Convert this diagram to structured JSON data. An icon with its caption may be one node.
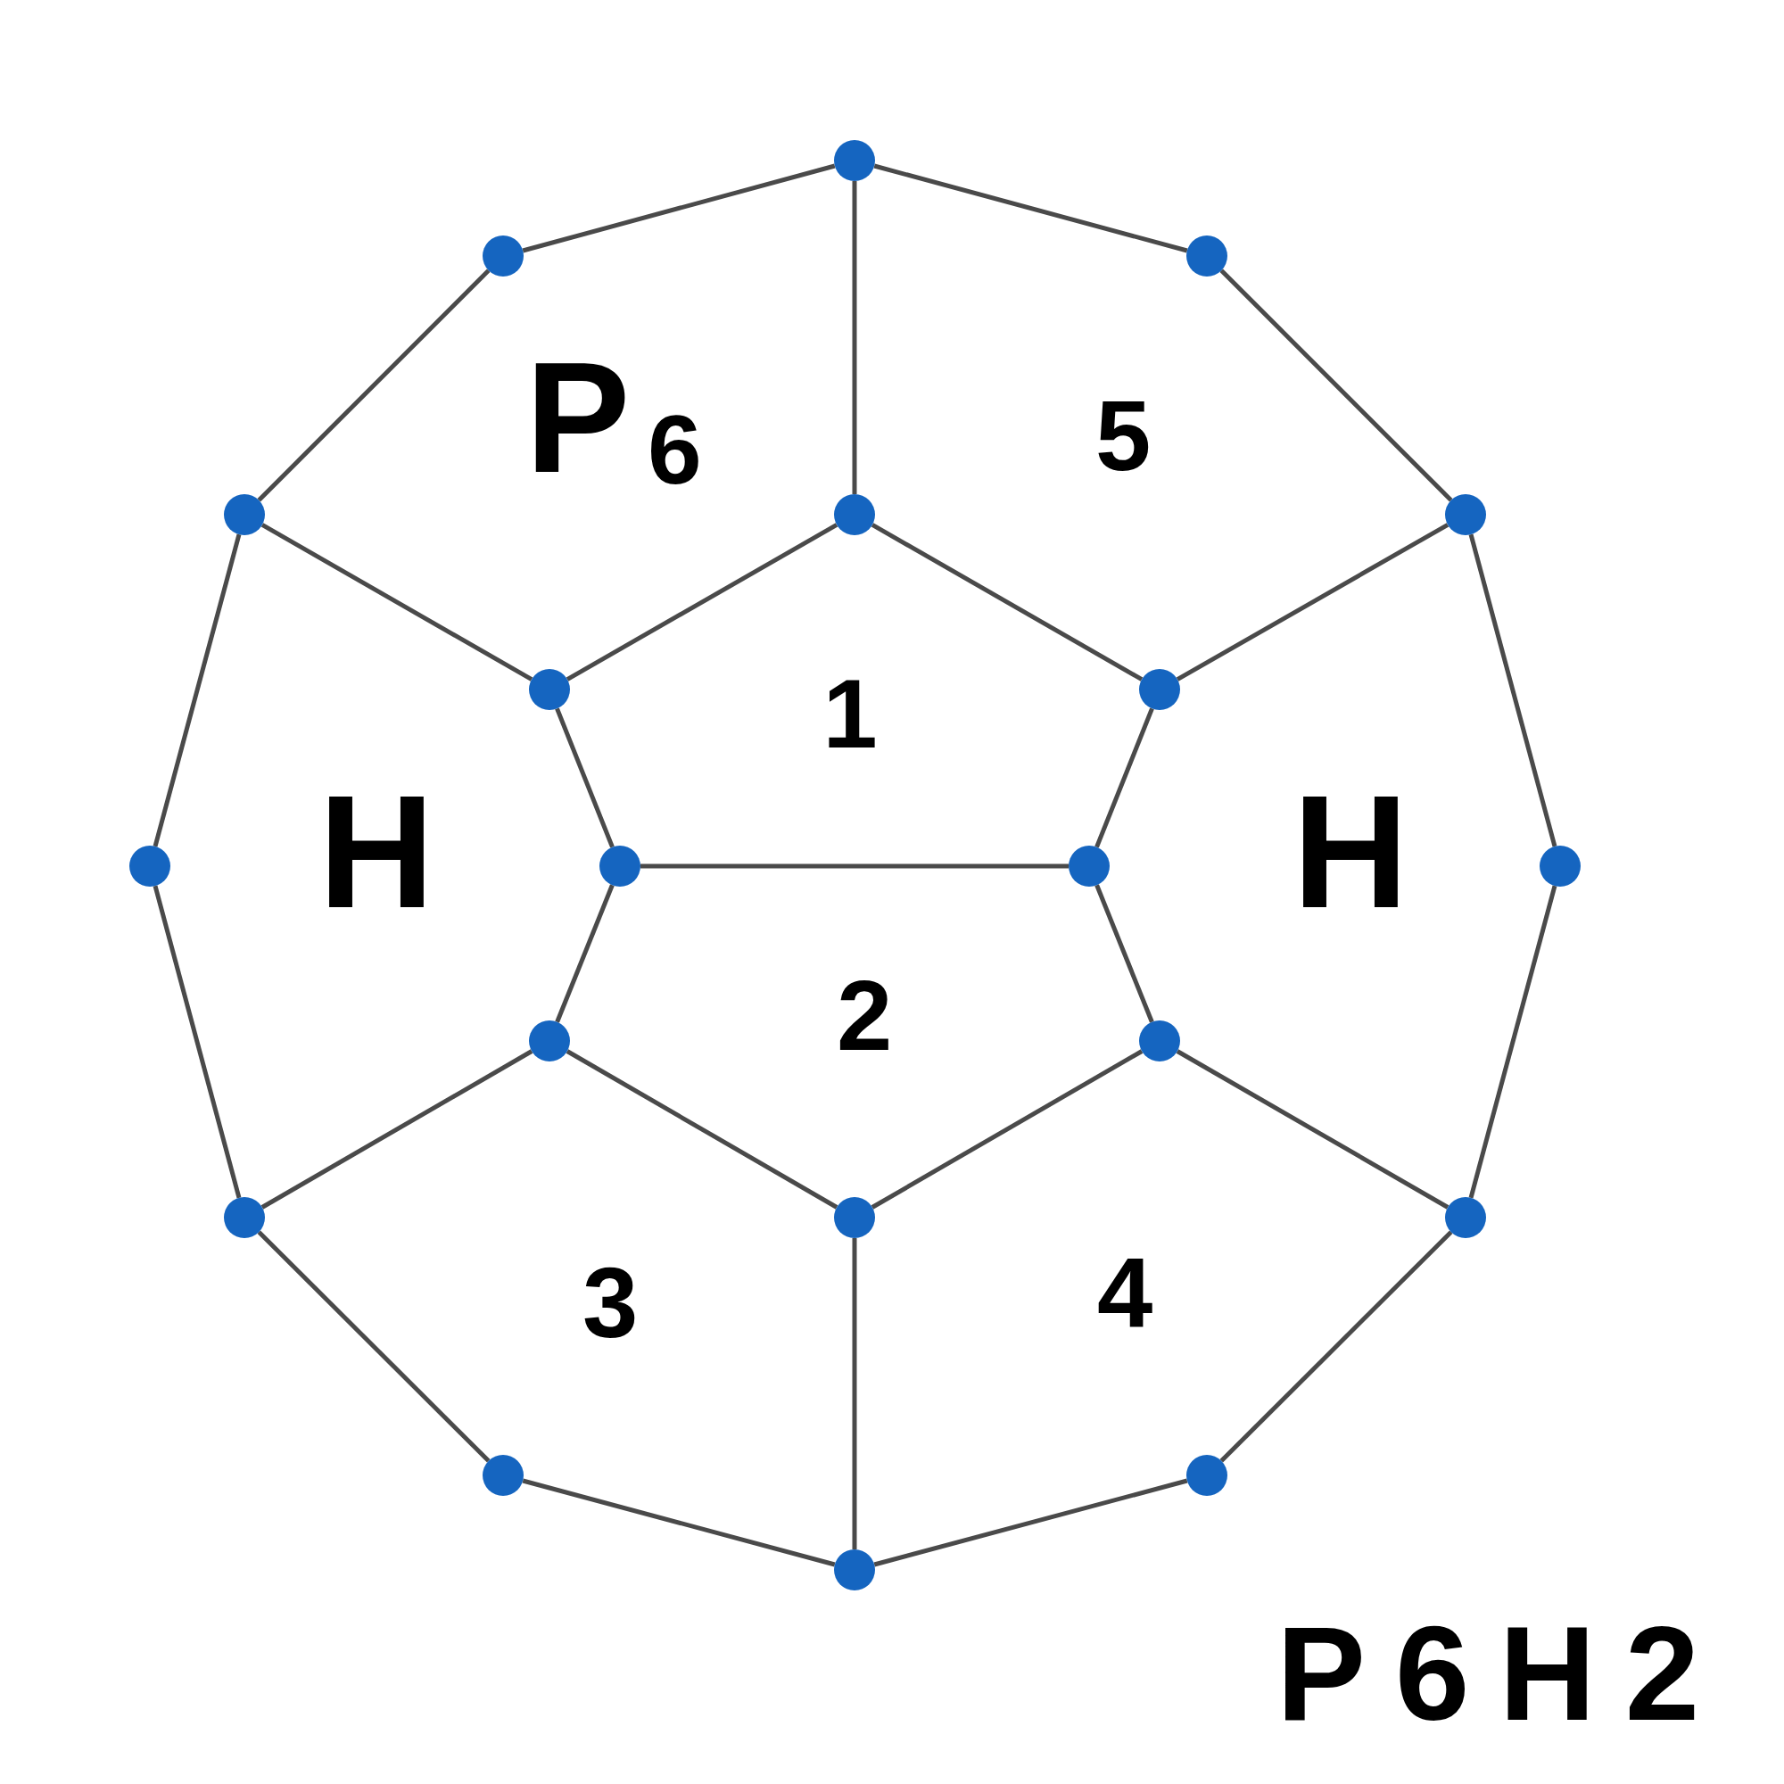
{
  "diagram": {
    "nodes": [
      {
        "text": [],
        "shape": "circle"
      },
      {
        "text": [],
        "shape": "circle"
      },
      {
        "text": [],
        "shape": "circle"
      },
      {
        "text": [],
        "shape": "circle"
      },
      {
        "text": [],
        "shape": "circle"
      },
      {
        "text": [],
        "shape": "circle"
      },
      {
        "text": [],
        "shape": "circle"
      },
      {
        "text": [],
        "shape": "circle"
      },
      {
        "text": [],
        "shape": "circle"
      },
      {
        "text": [],
        "shape": "circle"
      },
      {
        "text": [],
        "shape": "circle"
      },
      {
        "text": [],
        "shape": "circle"
      },
      {
        "text": [],
        "shape": "circle"
      },
      {
        "text": [],
        "shape": "circle"
      },
      {
        "text": [],
        "shape": "circle"
      },
      {
        "text": [],
        "shape": "circle"
      },
      {
        "text": [],
        "shape": "circle"
      },
      {
        "text": [],
        "shape": "circle"
      },
      {
        "text": [],
        "shape": "circle"
      },
      {
        "text": [],
        "shape": "circle"
      }
    ],
    "edges": [
      {
        "from": 0,
        "to": 2,
        "arrow": "none"
      },
      {
        "from": 2,
        "to": 5,
        "arrow": "none"
      },
      {
        "from": 5,
        "to": 11,
        "arrow": "none"
      },
      {
        "from": 11,
        "to": 16,
        "arrow": "none"
      },
      {
        "from": 16,
        "to": 18,
        "arrow": "none"
      },
      {
        "from": 18,
        "to": 19,
        "arrow": "none"
      },
      {
        "from": 19,
        "to": 17,
        "arrow": "none"
      },
      {
        "from": 17,
        "to": 14,
        "arrow": "none"
      },
      {
        "from": 14,
        "to": 8,
        "arrow": "none"
      },
      {
        "from": 8,
        "to": 3,
        "arrow": "none"
      },
      {
        "from": 3,
        "to": 1,
        "arrow": "none"
      },
      {
        "from": 1,
        "to": 0,
        "arrow": "none"
      },
      {
        "from": 0,
        "to": 4,
        "arrow": "none"
      },
      {
        "from": 5,
        "to": 7,
        "arrow": "none"
      },
      {
        "from": 16,
        "to": 13,
        "arrow": "none"
      },
      {
        "from": 19,
        "to": 15,
        "arrow": "none"
      },
      {
        "from": 14,
        "to": 12,
        "arrow": "none"
      },
      {
        "from": 3,
        "to": 6,
        "arrow": "none"
      },
      {
        "from": 4,
        "to": 7,
        "arrow": "none"
      },
      {
        "from": 4,
        "to": 6,
        "arrow": "none"
      },
      {
        "from": 7,
        "to": 10,
        "arrow": "none"
      },
      {
        "from": 10,
        "to": 13,
        "arrow": "none"
      },
      {
        "from": 13,
        "to": 15,
        "arrow": "none"
      },
      {
        "from": 15,
        "to": 12,
        "arrow": "none"
      },
      {
        "from": 12,
        "to": 9,
        "arrow": "none"
      },
      {
        "from": 9,
        "to": 6,
        "arrow": "none"
      },
      {
        "from": 9,
        "to": 10,
        "arrow": "none"
      }
    ],
    "labels": [
      "P$_{6}$",
      "5",
      "1",
      "H",
      "H",
      "2",
      "3",
      "4",
      "P6H2"
    ]
  }
}
